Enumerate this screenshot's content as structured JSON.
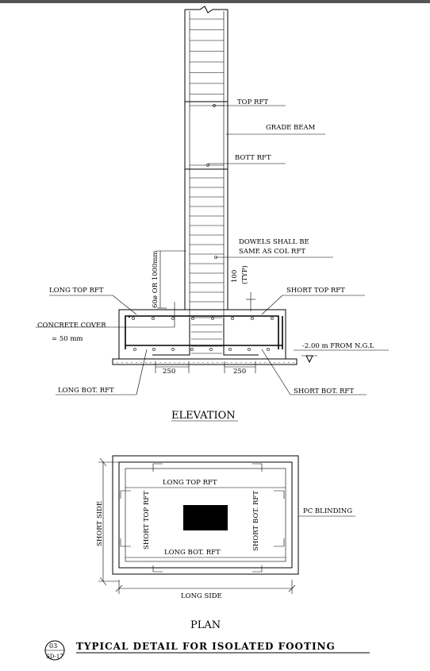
{
  "labels": {
    "top_rft": "TOP RFT",
    "grade_beam": "GRADE BEAM",
    "bott_rft": "BOTT RFT",
    "dowels_line1": "DOWELS SHALL BE",
    "dowels_line2": "SAME AS COL RFT",
    "sixty_phi": "60ø OR 1000mm",
    "hundred": "100",
    "typ": "(TYP)",
    "long_top_rft_elev": "LONG TOP RFT",
    "short_top_rft_elev": "SHORT TOP RFT",
    "concrete_cover_line1": "CONCRETE COVER",
    "concrete_cover_line2": "= 50  mm",
    "level_ngl": "-2.00 m FROM N.G.L",
    "dim_250_left": "250",
    "dim_250_right": "250",
    "long_bot_rft_elev": "LONG BOT. RFT",
    "short_bot_rft_elev": "SHORT BOT. RFT",
    "elevation_title": "ELEVATION",
    "long_top_rft_plan": "LONG TOP RFT",
    "short_top_rft_plan": "SHORT TOP RFT",
    "short_bot_rft_plan": "SHORT BOT. RFT",
    "long_bot_rft_plan": "LONG BOT. RFT",
    "short_side": "SHORT SIDE",
    "long_side": "LONG SIDE",
    "pc_blinding": "PC BLINDING",
    "plan_title": "PLAN",
    "detail_number": "03",
    "detail_sheet": "SD-17",
    "main_title": "TYPICAL DETAIL FOR ISOLATED FOOTING"
  }
}
